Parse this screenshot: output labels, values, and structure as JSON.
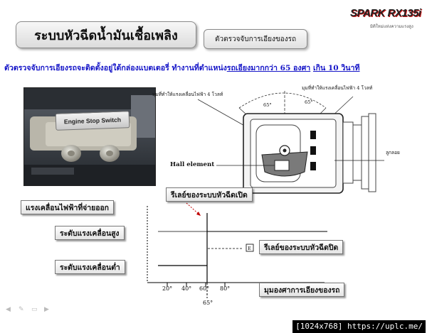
{
  "slide": {
    "title": "ระบบหัวฉีดน้ำมันเชื้อเพลิง",
    "subtitle": "ตัวตรวจจับการเอียงของรถ",
    "logo_text": "SPARK RX135i",
    "logo_tagline": "มิติใหม่แห่งความแรงสูง",
    "headline_pre": "ตัวตรวจจับการเอียงรถจะติดตั้งอยู่ใต้กล่องแบตเตอรี่ ทำงานที่ตำแหน่ง",
    "headline_u1": "รถเอียงมากกว่า 65 องศา",
    "headline_mid": " ",
    "headline_u2": "เกิน 10 วินาที",
    "photo_label": "Engine Stop Switch"
  },
  "diagram": {
    "left_note": "มุมที่ทำให้แรงเคลื่อนไฟฟ้า 4 โวลท์",
    "right_note": "มุมที่ทำให้แรงเคลื่อนไฟฟ้า 4 โวลท์",
    "angle_left": "65°",
    "angle_right": "65°",
    "float_label": "ลูกลอย",
    "hall_label": "Hall element"
  },
  "graph": {
    "relay_on": "รีเลย์ของระบบหัวฉีดเปิด",
    "relay_off": "รีเลย์ของระบบหัวฉีดปิด",
    "output_voltage": "แรงเคลื่อนไฟฟ้าที่จ่ายออก",
    "high_level": "ระดับแรงเคลื่อนสูง",
    "low_level": "ระดับแรงเคลื่อนต่ำ",
    "angle_axis": "มุมองศาการเอียงของรถ",
    "box_e": "E",
    "ticks": [
      "20°",
      "40°",
      "60°",
      "80°"
    ],
    "threshold": "65°"
  },
  "footer": {
    "credit": "[1024x768] https://uplc.me/"
  }
}
